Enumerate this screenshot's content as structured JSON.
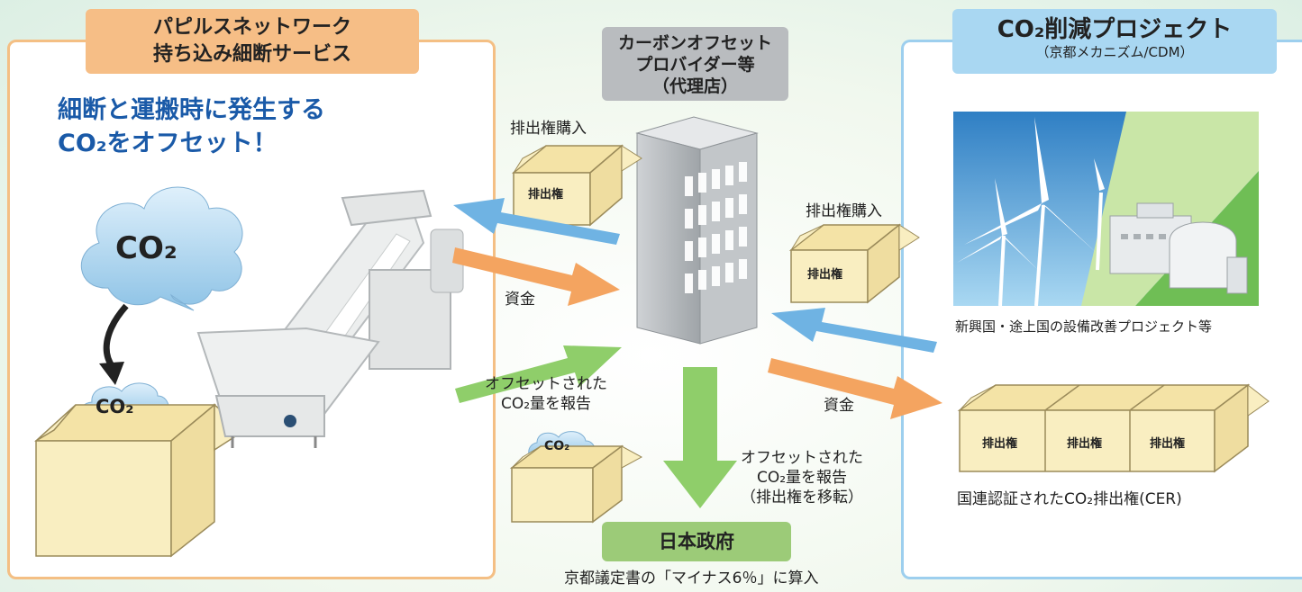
{
  "left_panel": {
    "title_line1": "パピルスネットワーク",
    "title_line2": "持ち込み細断サービス",
    "headline_line1": "細断と運搬時に発生する",
    "headline_line2": "CO₂をオフセット！",
    "cloud_label": "CO₂",
    "box_cloud_label": "CO₂"
  },
  "center": {
    "provider_line1": "カーボンオフセット",
    "provider_line2": "プロバイダー等",
    "provider_line3": "（代理店）",
    "buy_label": "排出権購入",
    "box_label": "排出権",
    "funds_label": "資金",
    "report_line1": "オフセットされた",
    "report_line2": "CO₂量を報告",
    "small_box_cloud": "CO₂",
    "transfer_line1": "オフセットされた",
    "transfer_line2": "CO₂量を報告",
    "transfer_line3": "（排出権を移転）",
    "government": "日本政府",
    "government_note": "京都議定書の「マイナス6％」に算入"
  },
  "right_panel": {
    "title": "CO₂削減プロジェクト",
    "subtitle": "（京都メカニズム/CDM）",
    "buy_label": "排出権購入",
    "box_label": "排出権",
    "funds_label": "資金",
    "project_caption": "新興国・途上国の設備改善プロジェクト等",
    "cer_boxes": [
      "排出権",
      "排出権",
      "排出権"
    ],
    "cer_caption": "国連認証されたCO₂排出権(CER)"
  },
  "colors": {
    "orange": "#f4a460",
    "blue_arrow": "#6fb3e3",
    "green_arrow": "#8fce6a",
    "box_fill": "#f9eec1",
    "box_stroke": "#9b8b5a",
    "headline": "#1a5aa8"
  }
}
